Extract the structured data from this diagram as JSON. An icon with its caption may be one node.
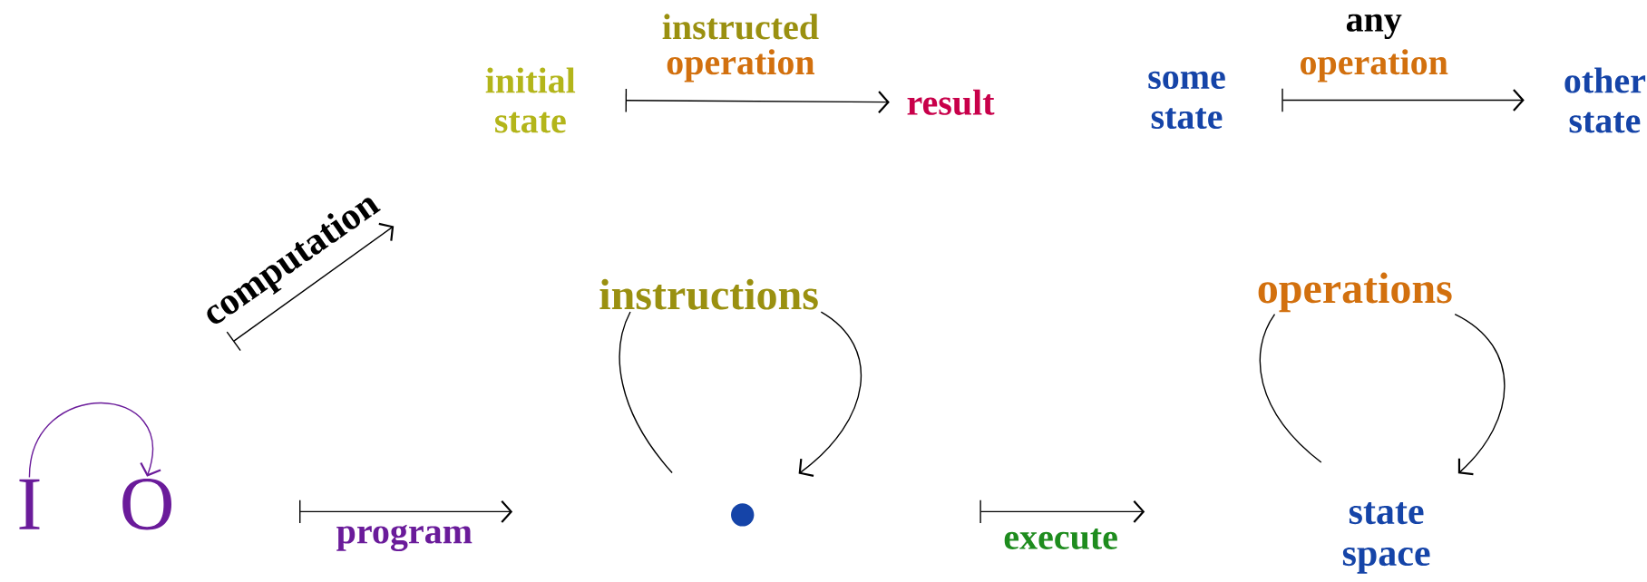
{
  "diagram": {
    "nodes": [
      {
        "text": [
          "I"
        ]
      },
      {
        "text": [
          "O"
        ]
      },
      {
        "text": [
          "initial state"
        ]
      },
      {
        "text": [
          "result"
        ]
      },
      {
        "text": [
          "some state"
        ]
      },
      {
        "text": [
          "other state"
        ]
      },
      {
        "text": [
          "instructions"
        ]
      },
      {
        "text": [],
        "shape": "circle"
      },
      {
        "text": [
          "operations"
        ]
      },
      {
        "text": [
          "state space"
        ]
      }
    ],
    "edges": [
      {
        "from": 0,
        "to": 1,
        "arrow": "to",
        "color": "#6a1b9a"
      },
      {
        "from": 2,
        "to": 3,
        "arrow": "to"
      },
      {
        "from": 4,
        "to": 5,
        "arrow": "to"
      },
      {
        "from": 7,
        "to": 6,
        "arrow": "none"
      },
      {
        "from": 6,
        "to": 7,
        "arrow": "to"
      },
      {
        "from": 9,
        "to": 8,
        "arrow": "none"
      },
      {
        "from": 8,
        "to": 9,
        "arrow": "to"
      }
    ],
    "labels": [
      "instructed",
      "operation",
      "any",
      "operation",
      "computation",
      "program",
      "execute"
    ]
  }
}
